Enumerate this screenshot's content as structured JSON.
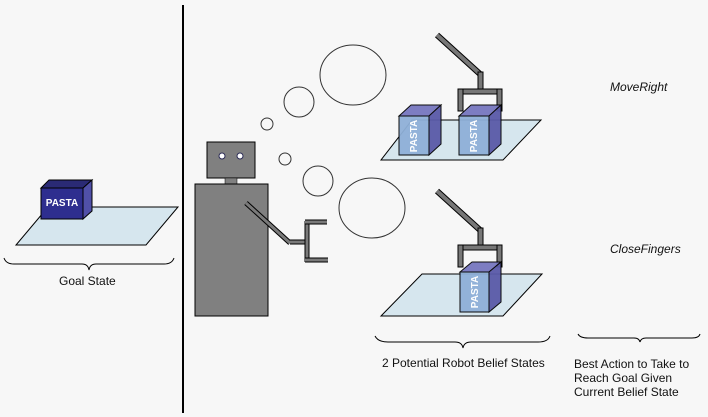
{
  "diagram": {
    "goal_state": {
      "label": "Goal State",
      "box_text": "PASTA"
    },
    "belief_states": {
      "label": "2 Potential Robot Belief States",
      "states": [
        {
          "boxes": [
            "PASTA",
            "PASTA"
          ],
          "best_action": "MoveRight"
        },
        {
          "boxes": [
            "PASTA"
          ],
          "best_action": "CloseFingers"
        }
      ]
    },
    "best_action_label": {
      "line1": "Best Action to Take to",
      "line2": "Reach Goal Given",
      "line3": "Current Belief State"
    },
    "colors": {
      "background": "#f7f7f7",
      "goal_box_front": "#2e2e8f",
      "goal_box_side": "#4a4aa8",
      "belief_box_front": "#8fb0d8",
      "belief_box_side": "#5a5aa8",
      "belief_box_top": "#7777c0",
      "table": "#d6e6ee",
      "robot": "#808080"
    }
  }
}
